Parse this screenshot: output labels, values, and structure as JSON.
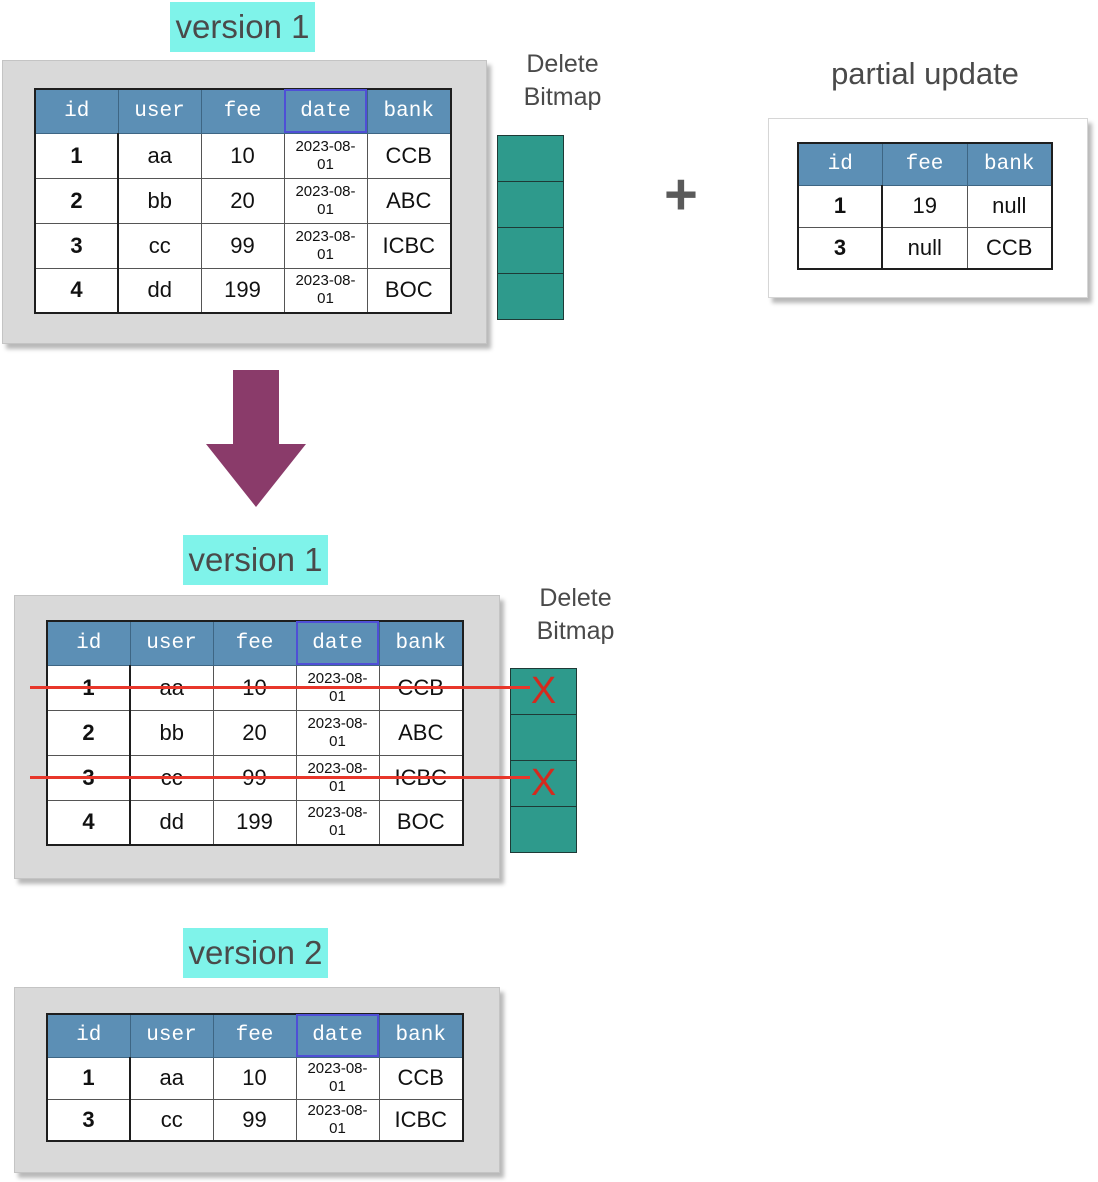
{
  "headers": [
    "id",
    "user",
    "fee",
    "date",
    "bank"
  ],
  "version1_top": {
    "label": "version 1",
    "rows": [
      {
        "id": "1",
        "user": "aa",
        "fee": "10",
        "date": "2023-08-\n01",
        "bank": "CCB"
      },
      {
        "id": "2",
        "user": "bb",
        "fee": "20",
        "date": "2023-08-\n01",
        "bank": "ABC"
      },
      {
        "id": "3",
        "user": "cc",
        "fee": "99",
        "date": "2023-08-\n01",
        "bank": "ICBC"
      },
      {
        "id": "4",
        "user": "dd",
        "fee": "199",
        "date": "2023-08-\n01",
        "bank": "BOC"
      }
    ]
  },
  "delete_bitmap_top": {
    "label": "Delete\nBitmap",
    "cells": [
      "",
      "",
      "",
      ""
    ]
  },
  "plus_sign": "+",
  "partial_update": {
    "title": "partial update",
    "headers": [
      "id",
      "fee",
      "bank"
    ],
    "rows": [
      {
        "id": "1",
        "fee": "19",
        "bank": "null"
      },
      {
        "id": "3",
        "fee": "null",
        "bank": "CCB"
      }
    ]
  },
  "version1_bottom": {
    "label": "version 1",
    "rows": [
      {
        "id": "1",
        "user": "aa",
        "fee": "10",
        "date": "2023-08-\n01",
        "bank": "CCB",
        "deleted": true
      },
      {
        "id": "2",
        "user": "bb",
        "fee": "20",
        "date": "2023-08-\n01",
        "bank": "ABC",
        "deleted": false
      },
      {
        "id": "3",
        "user": "cc",
        "fee": "99",
        "date": "2023-08-\n01",
        "bank": "ICBC",
        "deleted": true
      },
      {
        "id": "4",
        "user": "dd",
        "fee": "199",
        "date": "2023-08-\n01",
        "bank": "BOC",
        "deleted": false
      }
    ]
  },
  "delete_bitmap_bottom": {
    "label": "Delete\nBitmap",
    "cells": [
      "X",
      "",
      "X",
      ""
    ]
  },
  "version2": {
    "label": "version 2",
    "rows": [
      {
        "id": "1",
        "user": "aa",
        "fee": "10",
        "date": "2023-08-\n01",
        "bank": "CCB"
      },
      {
        "id": "3",
        "user": "cc",
        "fee": "99",
        "date": "2023-08-\n01",
        "bank": "ICBC"
      }
    ]
  },
  "colors": {
    "header": "#5c8fb5",
    "label_bg": "#7ff3ea",
    "bitmap": "#2e9a8c",
    "arrow": "#8a3b6a",
    "strike": "#e8362a",
    "mark": "#d42a1e"
  }
}
